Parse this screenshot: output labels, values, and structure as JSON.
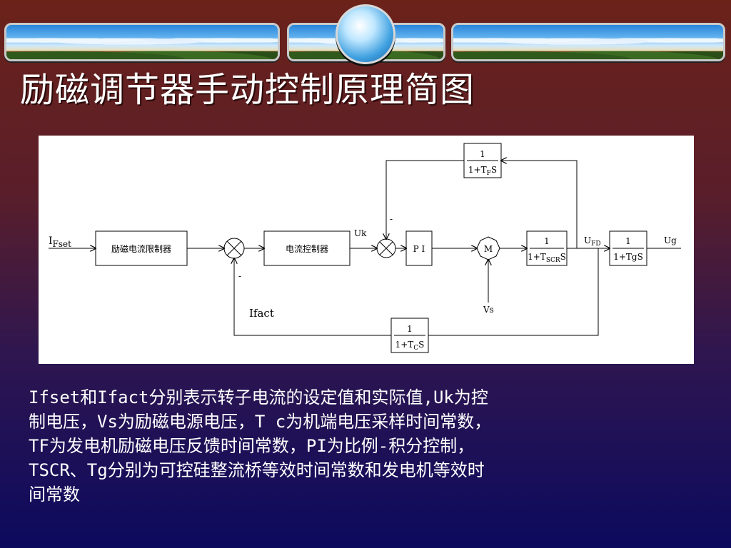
{
  "title": "励磁调节器手动控制原理简图",
  "diagram": {
    "input_label_main": "I",
    "input_label_sub": "Fset",
    "current_limiter": "励磁电流限制器",
    "current_controller": "电流控制器",
    "uk_label": "Uk",
    "pi_block": "P I",
    "motor_label": "M",
    "vs_label": "Vs",
    "tscr_num": "1",
    "tscr_den_pre": "1+T",
    "tscr_den_sub": "SCR",
    "tscr_den_post": "S",
    "ufd_main": "U",
    "ufd_sub": "FD",
    "tg_num": "1",
    "tg_den": "1+TgS",
    "ug_label": "Ug",
    "tf_num": "1",
    "tf_den_pre": "1+T",
    "tf_den_sub": "F",
    "tf_den_post": "S",
    "tc_num": "1",
    "tc_den_pre": "1+T",
    "tc_den_sub": "C",
    "tc_den_post": "S",
    "ifact_label": "Ifact",
    "minus_sign": "-"
  },
  "description": [
    "Ifset和Ifact分别表示转子电流的设定值和实际值,Uk为控",
    "制电压，Vs为励磁电源电压，T c为机端电压采样时间常数，",
    "TF为发电机励磁电压反馈时间常数，PI为比例-积分控制，",
    "TSCR、Tg分别为可控硅整流桥等效时间常数和发电机等效时",
    "间常数"
  ]
}
